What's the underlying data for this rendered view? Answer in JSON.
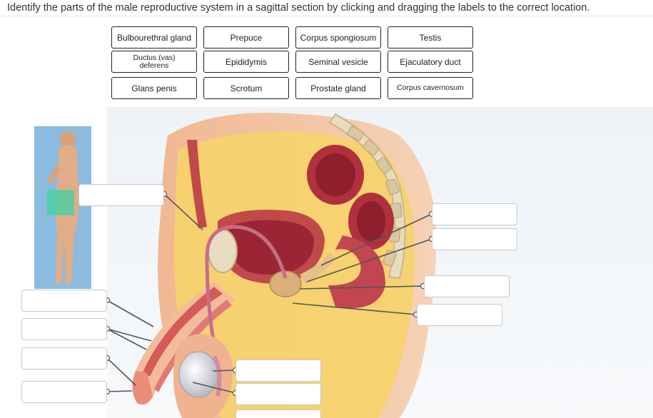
{
  "instructions": "Identify the parts of the male reproductive system in a sagittal section by clicking and dragging the labels to the correct location.",
  "labels": [
    {
      "text": "Bulbourethral gland"
    },
    {
      "text": "Prepuce"
    },
    {
      "text": "Corpus spongiosum"
    },
    {
      "text": "Testis"
    },
    {
      "text": "Ductus (vas)\ndeferens"
    },
    {
      "text": "Epididymis"
    },
    {
      "text": "Seminal vesicle"
    },
    {
      "text": "Ejaculatory duct"
    },
    {
      "text": "Glans penis"
    },
    {
      "text": "Scrotum"
    },
    {
      "text": "Prostate gland"
    },
    {
      "text": "Corpus cavernosum"
    }
  ],
  "colors": {
    "skin": "#f3c9a5",
    "fat": "#f6d36a",
    "muscle": "#c04a4a",
    "bladder": "#b0303d",
    "spine": "#e8dcc0",
    "connector": "#555555"
  }
}
